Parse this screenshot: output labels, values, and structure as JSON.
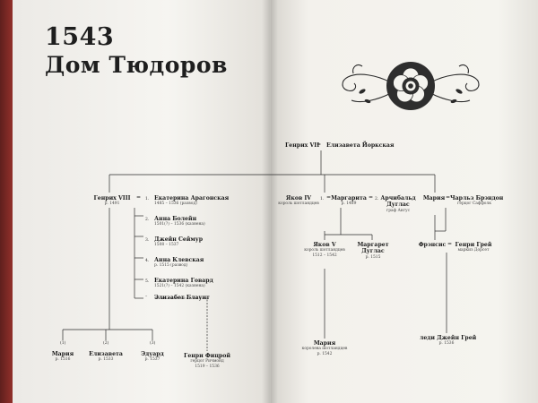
{
  "title": {
    "year": "1543",
    "house": "Дом Тюдоров"
  },
  "symbols": {
    "equals": "=",
    "one": "1.",
    "two": "2.",
    "three": "3.",
    "dash": "–"
  },
  "root": {
    "husband": "Генрих VII",
    "wife": "Елизавета Йоркская"
  },
  "henry8": {
    "name": "Генрих VIII",
    "dates": "р. 1491"
  },
  "wives": [
    {
      "num": "1.",
      "name": "Екатерина Арагонская",
      "dates": "1485 – 1536 (развод)"
    },
    {
      "num": "2.",
      "name": "Анна Болейн",
      "dates": "1501(?) – 1536 (казнена)"
    },
    {
      "num": "3.",
      "name": "Джейн Сеймур",
      "dates": "1508 – 1537"
    },
    {
      "num": "4.",
      "name": "Анна Клевская",
      "dates": "р. 1515 (развод)"
    },
    {
      "num": "5.",
      "name": "Екатерина Говард",
      "dates": "1521(?) – 1542 (казнена)"
    }
  ],
  "mistress": {
    "name": "Элизабет Блаунт"
  },
  "children": [
    {
      "mark": "(1)",
      "name": "Мария",
      "dates": "р. 1516"
    },
    {
      "mark": "(2)",
      "name": "Елизавета",
      "dates": "р. 1533"
    },
    {
      "mark": "(3)",
      "name": "Эдуард",
      "dates": "р. 1537"
    }
  ],
  "fitzroy": {
    "name": "Генри Фицрой",
    "title": "герцог Ричмонд",
    "dates": "1519 – 1536"
  },
  "james4": {
    "name": "Яков IV",
    "title": "король шотландцев"
  },
  "margaret": {
    "name": "Маргарита",
    "dates": "р. 1489"
  },
  "archibald": {
    "name": "Арчибальд",
    "name2": "Дуглас",
    "title": "граф Ангус"
  },
  "james5": {
    "name": "Яков V",
    "title": "король шотландцев",
    "dates": "1512 – 1542"
  },
  "margaret_douglas": {
    "name": "Маргарет",
    "name2": "Дуглас",
    "dates": "р. 1515"
  },
  "mary_queen": {
    "name": "Мария",
    "title": "королева шотландцев",
    "dates": "р. 1542"
  },
  "mary_tudor": {
    "name": "Мария"
  },
  "brandon": {
    "name": "Чарльз Брэндон",
    "title": "герцог Саффолк"
  },
  "frances": {
    "name": "Фрэнсис"
  },
  "henry_grey": {
    "name": "Генри Грей",
    "title": "маркиз Дорсет"
  },
  "jane_grey": {
    "name": "леди Джейн Грей",
    "dates": "р. 1536"
  }
}
